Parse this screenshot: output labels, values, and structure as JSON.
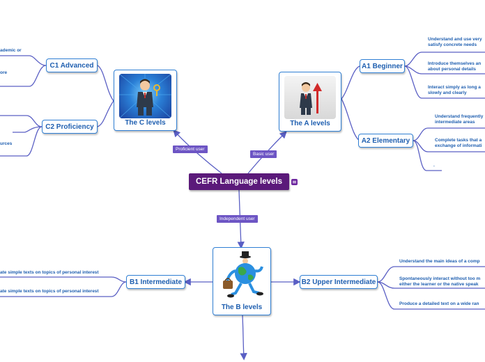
{
  "central": {
    "title": "CEFR Language levels"
  },
  "relations": {
    "proficient": "Proficient user",
    "basic": "Basic user",
    "independent": "Independent user"
  },
  "levels": {
    "c": {
      "caption": "The C levels"
    },
    "a": {
      "caption": "The A levels"
    },
    "b": {
      "caption": "The B levels"
    }
  },
  "subtopics": {
    "c1": "C1 Advanced",
    "c2": "C2 Proficiency",
    "a1": "A1 Beginner",
    "a2": "A2 Elementary",
    "b1": "B1 Intermediate",
    "b2": "B2 Upper Intermediate"
  },
  "leaves": {
    "c1": [
      "ademic or",
      "ore"
    ],
    "c2": [
      "",
      "",
      "urces"
    ],
    "a1": [
      "Understand and use very\nsatisfy concrete needs",
      "Introduce themselves an\nabout personal details",
      "Interact simply as long a\nslowly and clearly"
    ],
    "a2": [
      "Understand frequently\nintermediate areas",
      "Complete tasks that a\nexchange of informati",
      "."
    ],
    "b1": [
      "ate simple texts on topics of personal interest",
      "ate simple texts on topics of personal interest"
    ],
    "b2": [
      "Understand the main ideas of a comp",
      "Spontaneously interact without too m\neither the learner or the native speak",
      "Produce a detailed text on a wide ran"
    ]
  },
  "colors": {
    "line": "#5a5fc4",
    "node_border": "#2f7fd4",
    "node_text": "#1f5fb0",
    "central_bg": "#5b1a7a",
    "relation_bg": "#6d55c4"
  },
  "icons": {
    "note": "note-icon"
  }
}
